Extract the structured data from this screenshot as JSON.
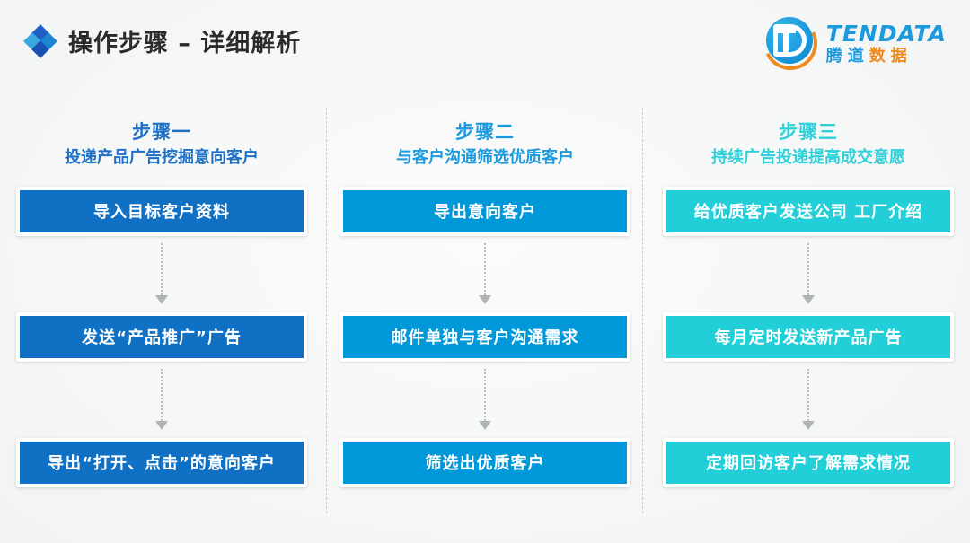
{
  "header": {
    "title": "操作步骤 – 详细解析",
    "diamond_icon": "diamond-cluster-icon",
    "logo": {
      "mark": "tendata-d-logo-icon",
      "name_en": "TENDATA",
      "name_cn_1": "腾道",
      "name_cn_2": "数据"
    }
  },
  "colors": {
    "title_text": "#2b2b2b",
    "background": "#f7f8f8",
    "column1_accent": "#1070c4",
    "column2_accent": "#0098d8",
    "column3_accent": "#22cfd8",
    "logo_blue": "#1b9ade",
    "logo_orange": "#f08a1c",
    "divider": "#c9cacb",
    "arrow": "#b0b3b6"
  },
  "columns": [
    {
      "step": "步骤一",
      "subtitle": "投递产品广告挖掘意向客户",
      "accent": "#1070c4",
      "boxes": [
        "导入目标客户资料",
        "发送“产品推广”广告",
        "导出“打开、点击”的意向客户"
      ]
    },
    {
      "step": "步骤二",
      "subtitle": "与客户沟通筛选优质客户",
      "accent": "#0098d8",
      "boxes": [
        "导出意向客户",
        "邮件单独与客户沟通需求",
        "筛选出优质客户"
      ]
    },
    {
      "step": "步骤三",
      "subtitle": "持续广告投递提高成交意愿",
      "accent": "#22cfd8",
      "boxes": [
        "给优质客户发送公司 工厂介绍",
        "每月定时发送新产品广告",
        "定期回访客户了解需求情况"
      ]
    }
  ]
}
